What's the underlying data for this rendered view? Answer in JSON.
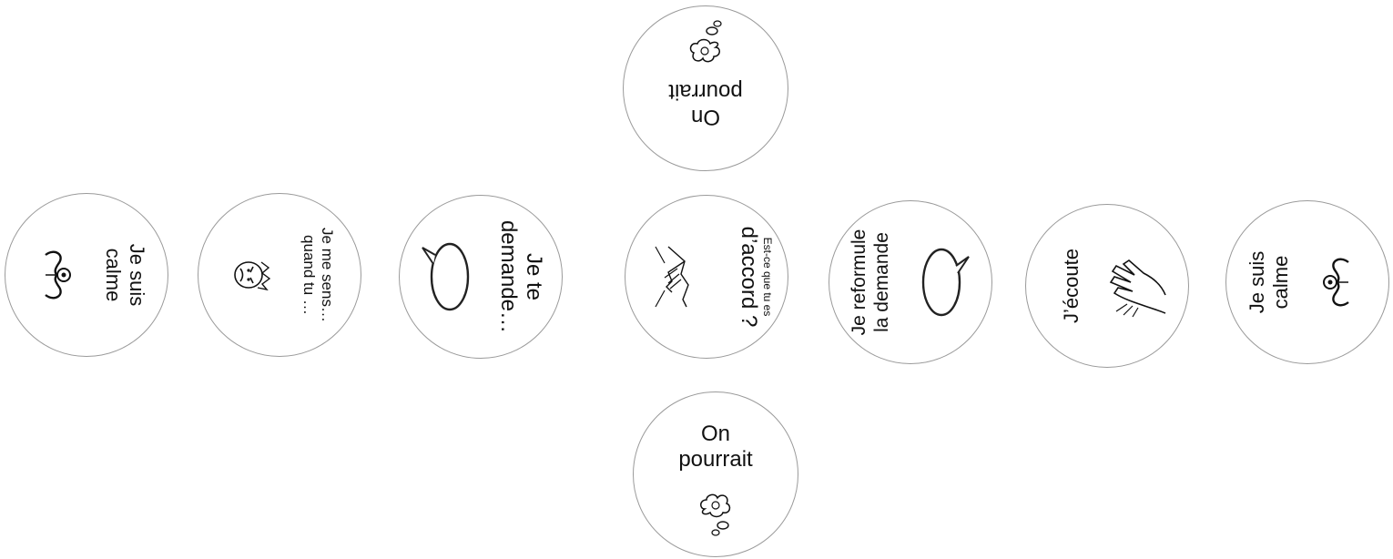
{
  "discs": [
    {
      "id": "calm-left",
      "lines": [
        "Je suis",
        "calme"
      ],
      "icon": "meditation-icon"
    },
    {
      "id": "feel",
      "lines": [
        "Je me sens…",
        "quand tu …"
      ],
      "icon": "upset-face-icon"
    },
    {
      "id": "ask",
      "lines": [
        "Je te",
        "demande…"
      ],
      "icon": "speech-bubble-icon"
    },
    {
      "id": "agree",
      "small": "Est-ce que tu es",
      "lines": [
        "d’accord ?"
      ],
      "icon": "handshake-icon"
    },
    {
      "id": "reformulate",
      "lines": [
        "Je reformule",
        "la demande"
      ],
      "icon": "speech-bubble-icon"
    },
    {
      "id": "listen",
      "lines": [
        "J’écoute"
      ],
      "icon": "listening-hand-icon"
    },
    {
      "id": "calm-right",
      "lines": [
        "Je suis",
        "calme"
      ],
      "icon": "meditation-icon"
    },
    {
      "id": "could-top",
      "lines": [
        "On",
        "pourrait"
      ],
      "icon": "idea-cloud-icon"
    },
    {
      "id": "could-bottom",
      "lines": [
        "On",
        "pourrait"
      ],
      "icon": "idea-cloud-icon"
    }
  ]
}
